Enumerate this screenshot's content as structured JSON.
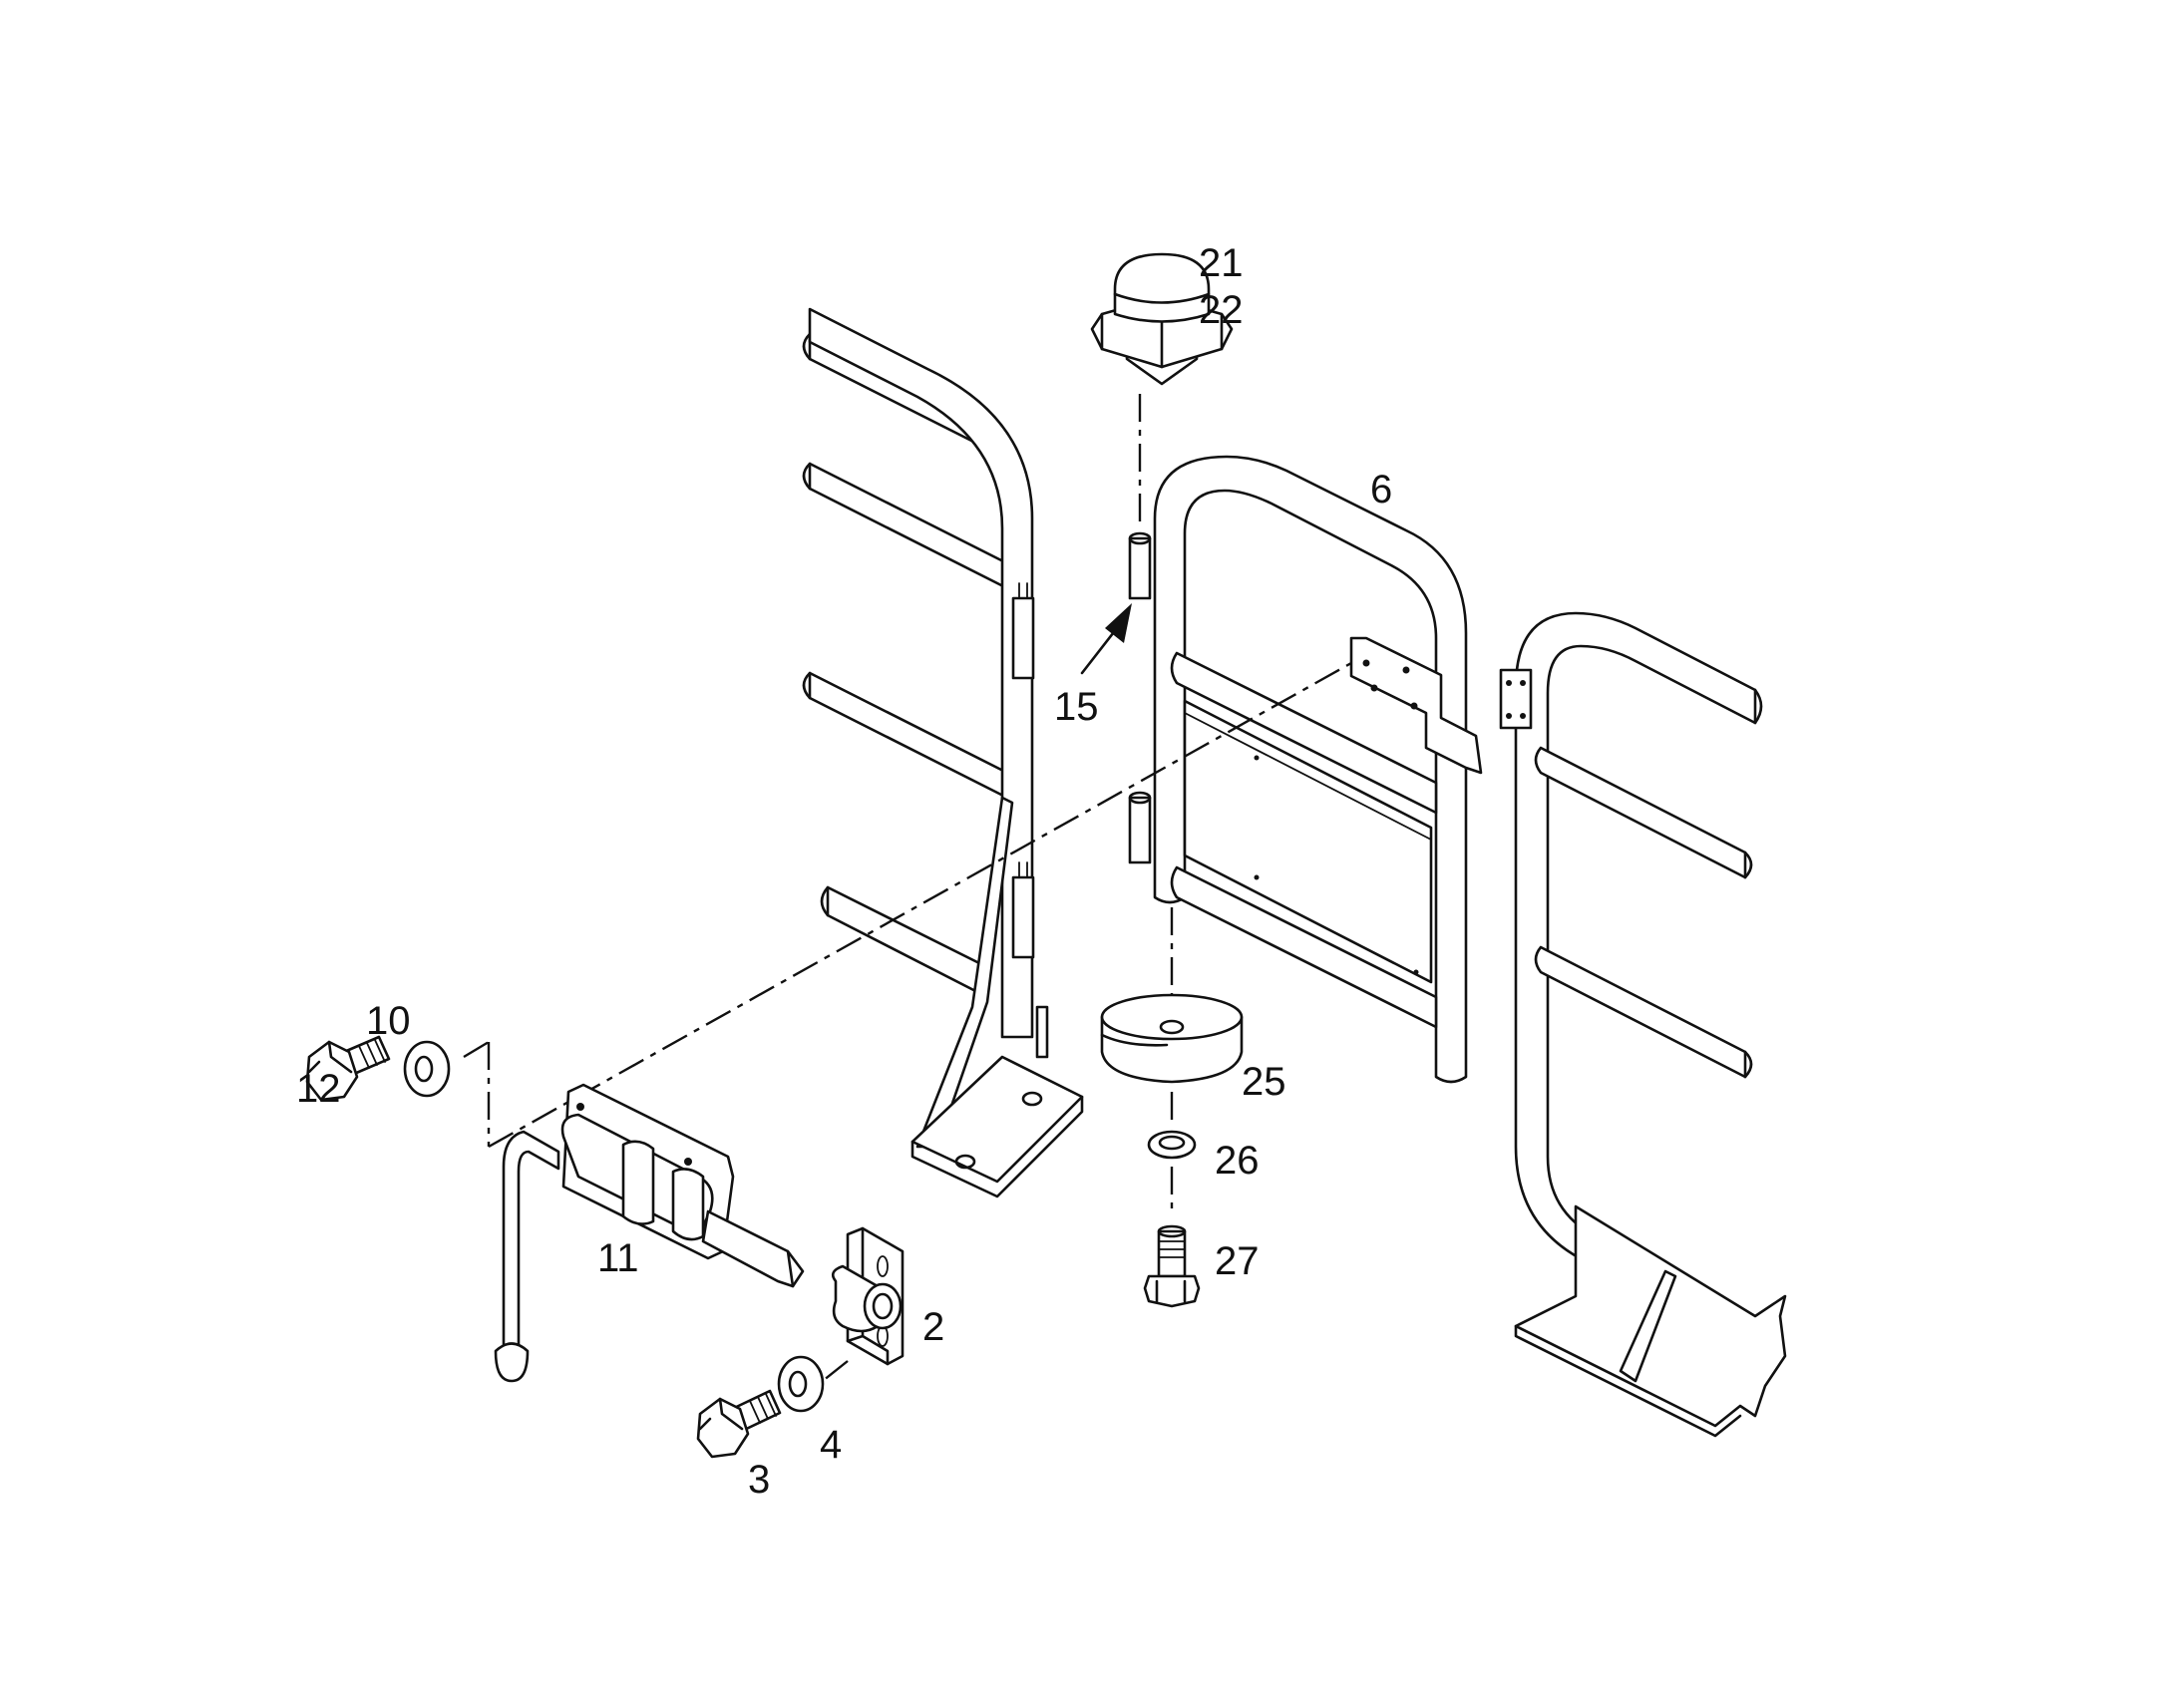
{
  "callouts": {
    "c21": "21",
    "c22": "22",
    "c6": "6",
    "c15": "15",
    "c10": "10",
    "c12": "12",
    "c11": "11",
    "c25": "25",
    "c26": "26",
    "c27": "27",
    "c2": "2",
    "c3": "3",
    "c4": "4"
  },
  "colors": {
    "line": "#111111",
    "background": "#ffffff"
  }
}
